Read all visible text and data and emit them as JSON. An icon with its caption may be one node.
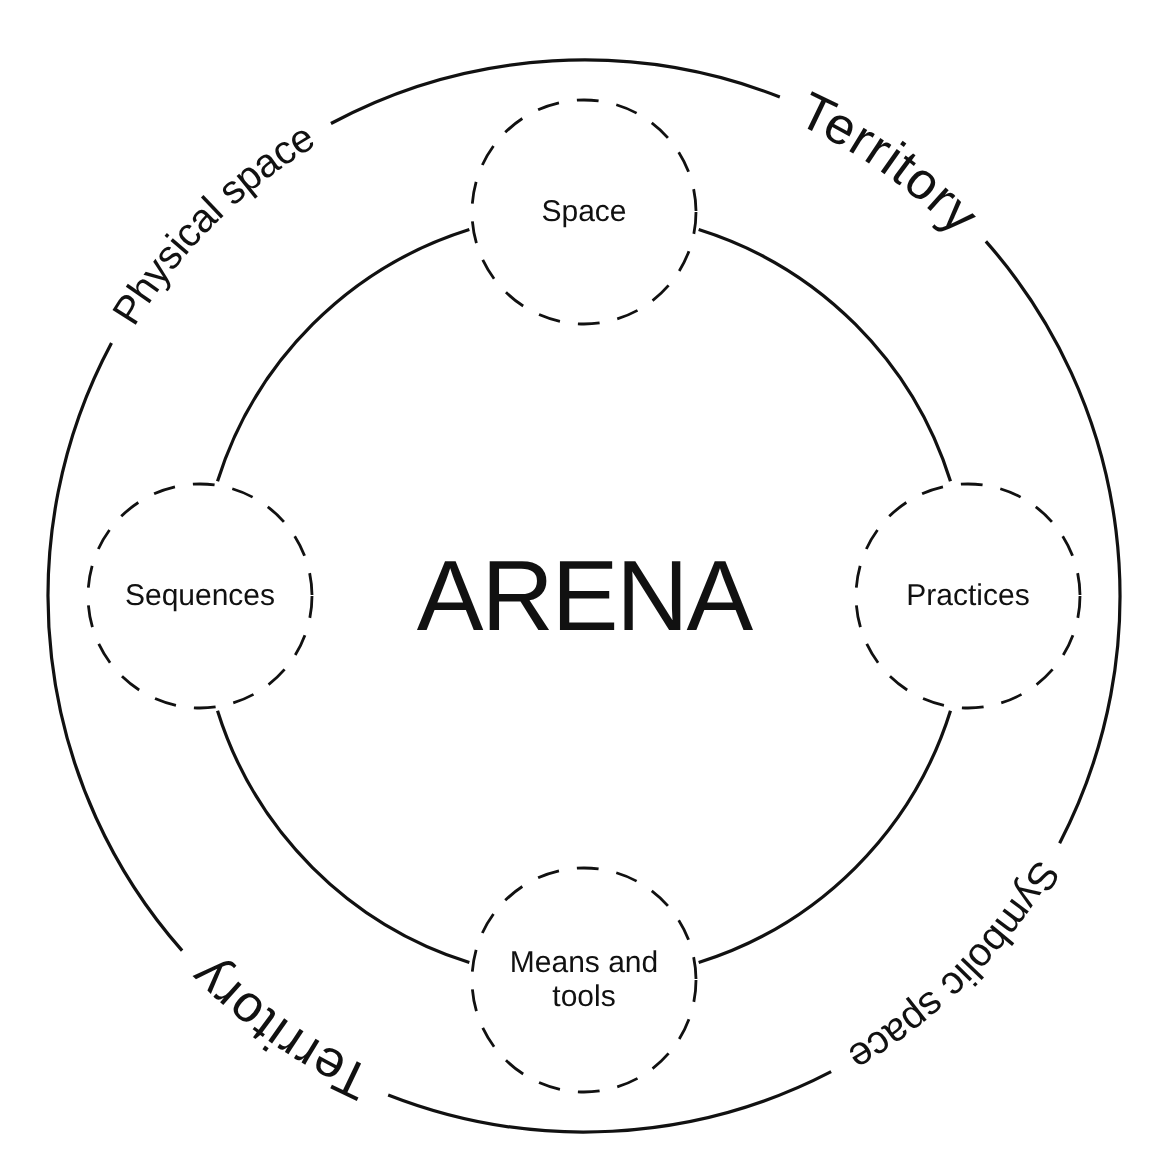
{
  "diagram": {
    "nodes": [
      {
        "text": [
          "Physical space",
          "Territory",
          "Symbolic space",
          "Territory"
        ]
      },
      {
        "text": [
          "Space"
        ],
        "in": 0
      },
      {
        "text": [
          "Practices"
        ],
        "in": 0
      },
      {
        "text": [
          "Means and tools"
        ],
        "in": 0
      },
      {
        "text": [
          "Sequences"
        ],
        "in": 0
      }
    ],
    "edges": [
      {
        "from": 1,
        "to": 2,
        "arrow": "none"
      },
      {
        "from": 2,
        "to": 3,
        "arrow": "none"
      },
      {
        "from": 3,
        "to": 4,
        "arrow": "none"
      },
      {
        "from": 4,
        "to": 1,
        "arrow": "none"
      }
    ],
    "labels": [
      "ARENA"
    ]
  }
}
